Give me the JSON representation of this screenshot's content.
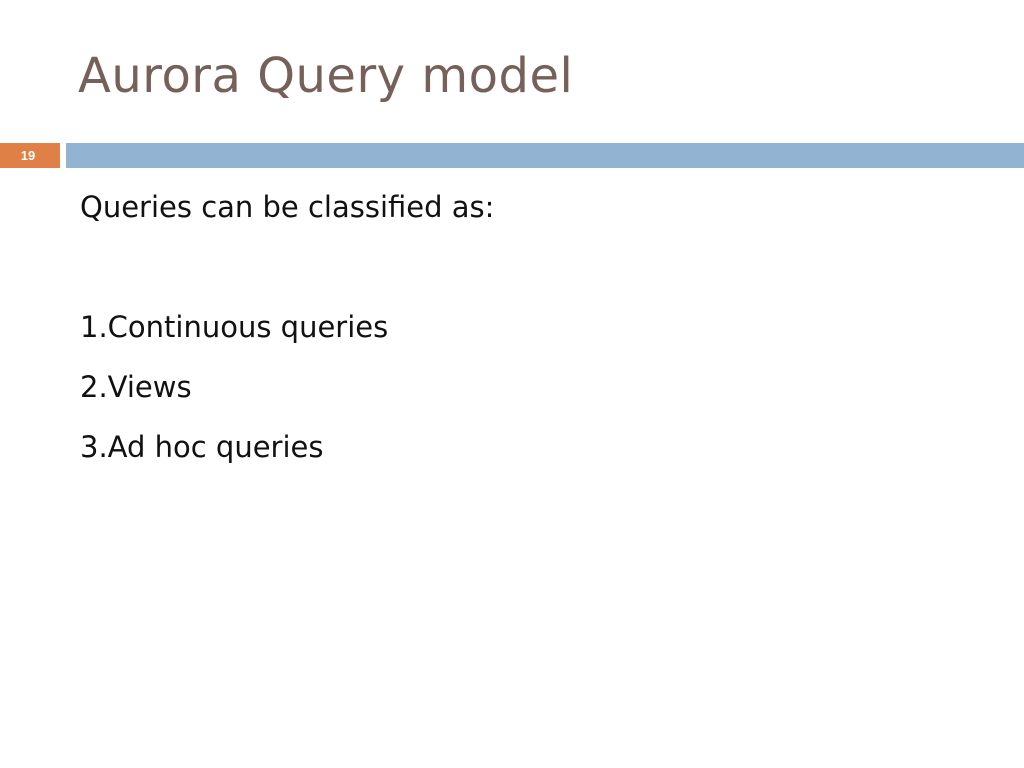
{
  "slide": {
    "title": "Aurora Query model",
    "number": "19",
    "colors": {
      "title": "#76615a",
      "number_badge": "#df8046",
      "rule_bar": "#93b3d3",
      "body_text": "#111111"
    },
    "body": {
      "intro": "Queries can be classified as:",
      "items": [
        "1.Continuous queries",
        "2.Views",
        "3.Ad hoc queries"
      ]
    }
  }
}
